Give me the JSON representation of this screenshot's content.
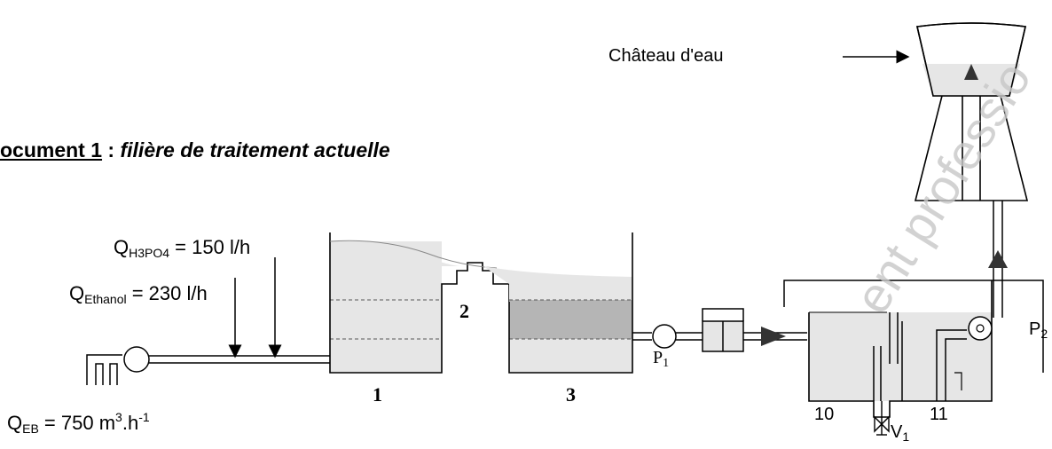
{
  "heading": {
    "prefix": "ocument 1",
    "colon": " : ",
    "title": "filière de traitement actuelle"
  },
  "labels": {
    "chateau": "Château d'eau",
    "q_h3po4": {
      "q": "Q",
      "sub": "H3PO4",
      "rest": " = 150 l/h"
    },
    "q_ethanol": {
      "q": "Q",
      "sub": "Ethanol",
      "rest": " = 230 l/h"
    },
    "q_eb": {
      "q": "Q",
      "sub": "EB",
      "mid": " = 750 m",
      "sup1": "3",
      "mid2": ".h",
      "sup2": "-1"
    },
    "tank1": "1",
    "tank2": "2",
    "tank3": "3",
    "tank10": "10",
    "tank11": "11",
    "pump1": {
      "p": "P",
      "sub": "1"
    },
    "pump2": {
      "p": "P",
      "sub": "2"
    },
    "valve1": {
      "v": "V",
      "sub": "1"
    }
  },
  "watermark": "ent professio",
  "colors": {
    "water": "#e6e6e6",
    "sludge": "#b5b5b5",
    "line": "#000000",
    "watermark": "#c8c8c8"
  }
}
